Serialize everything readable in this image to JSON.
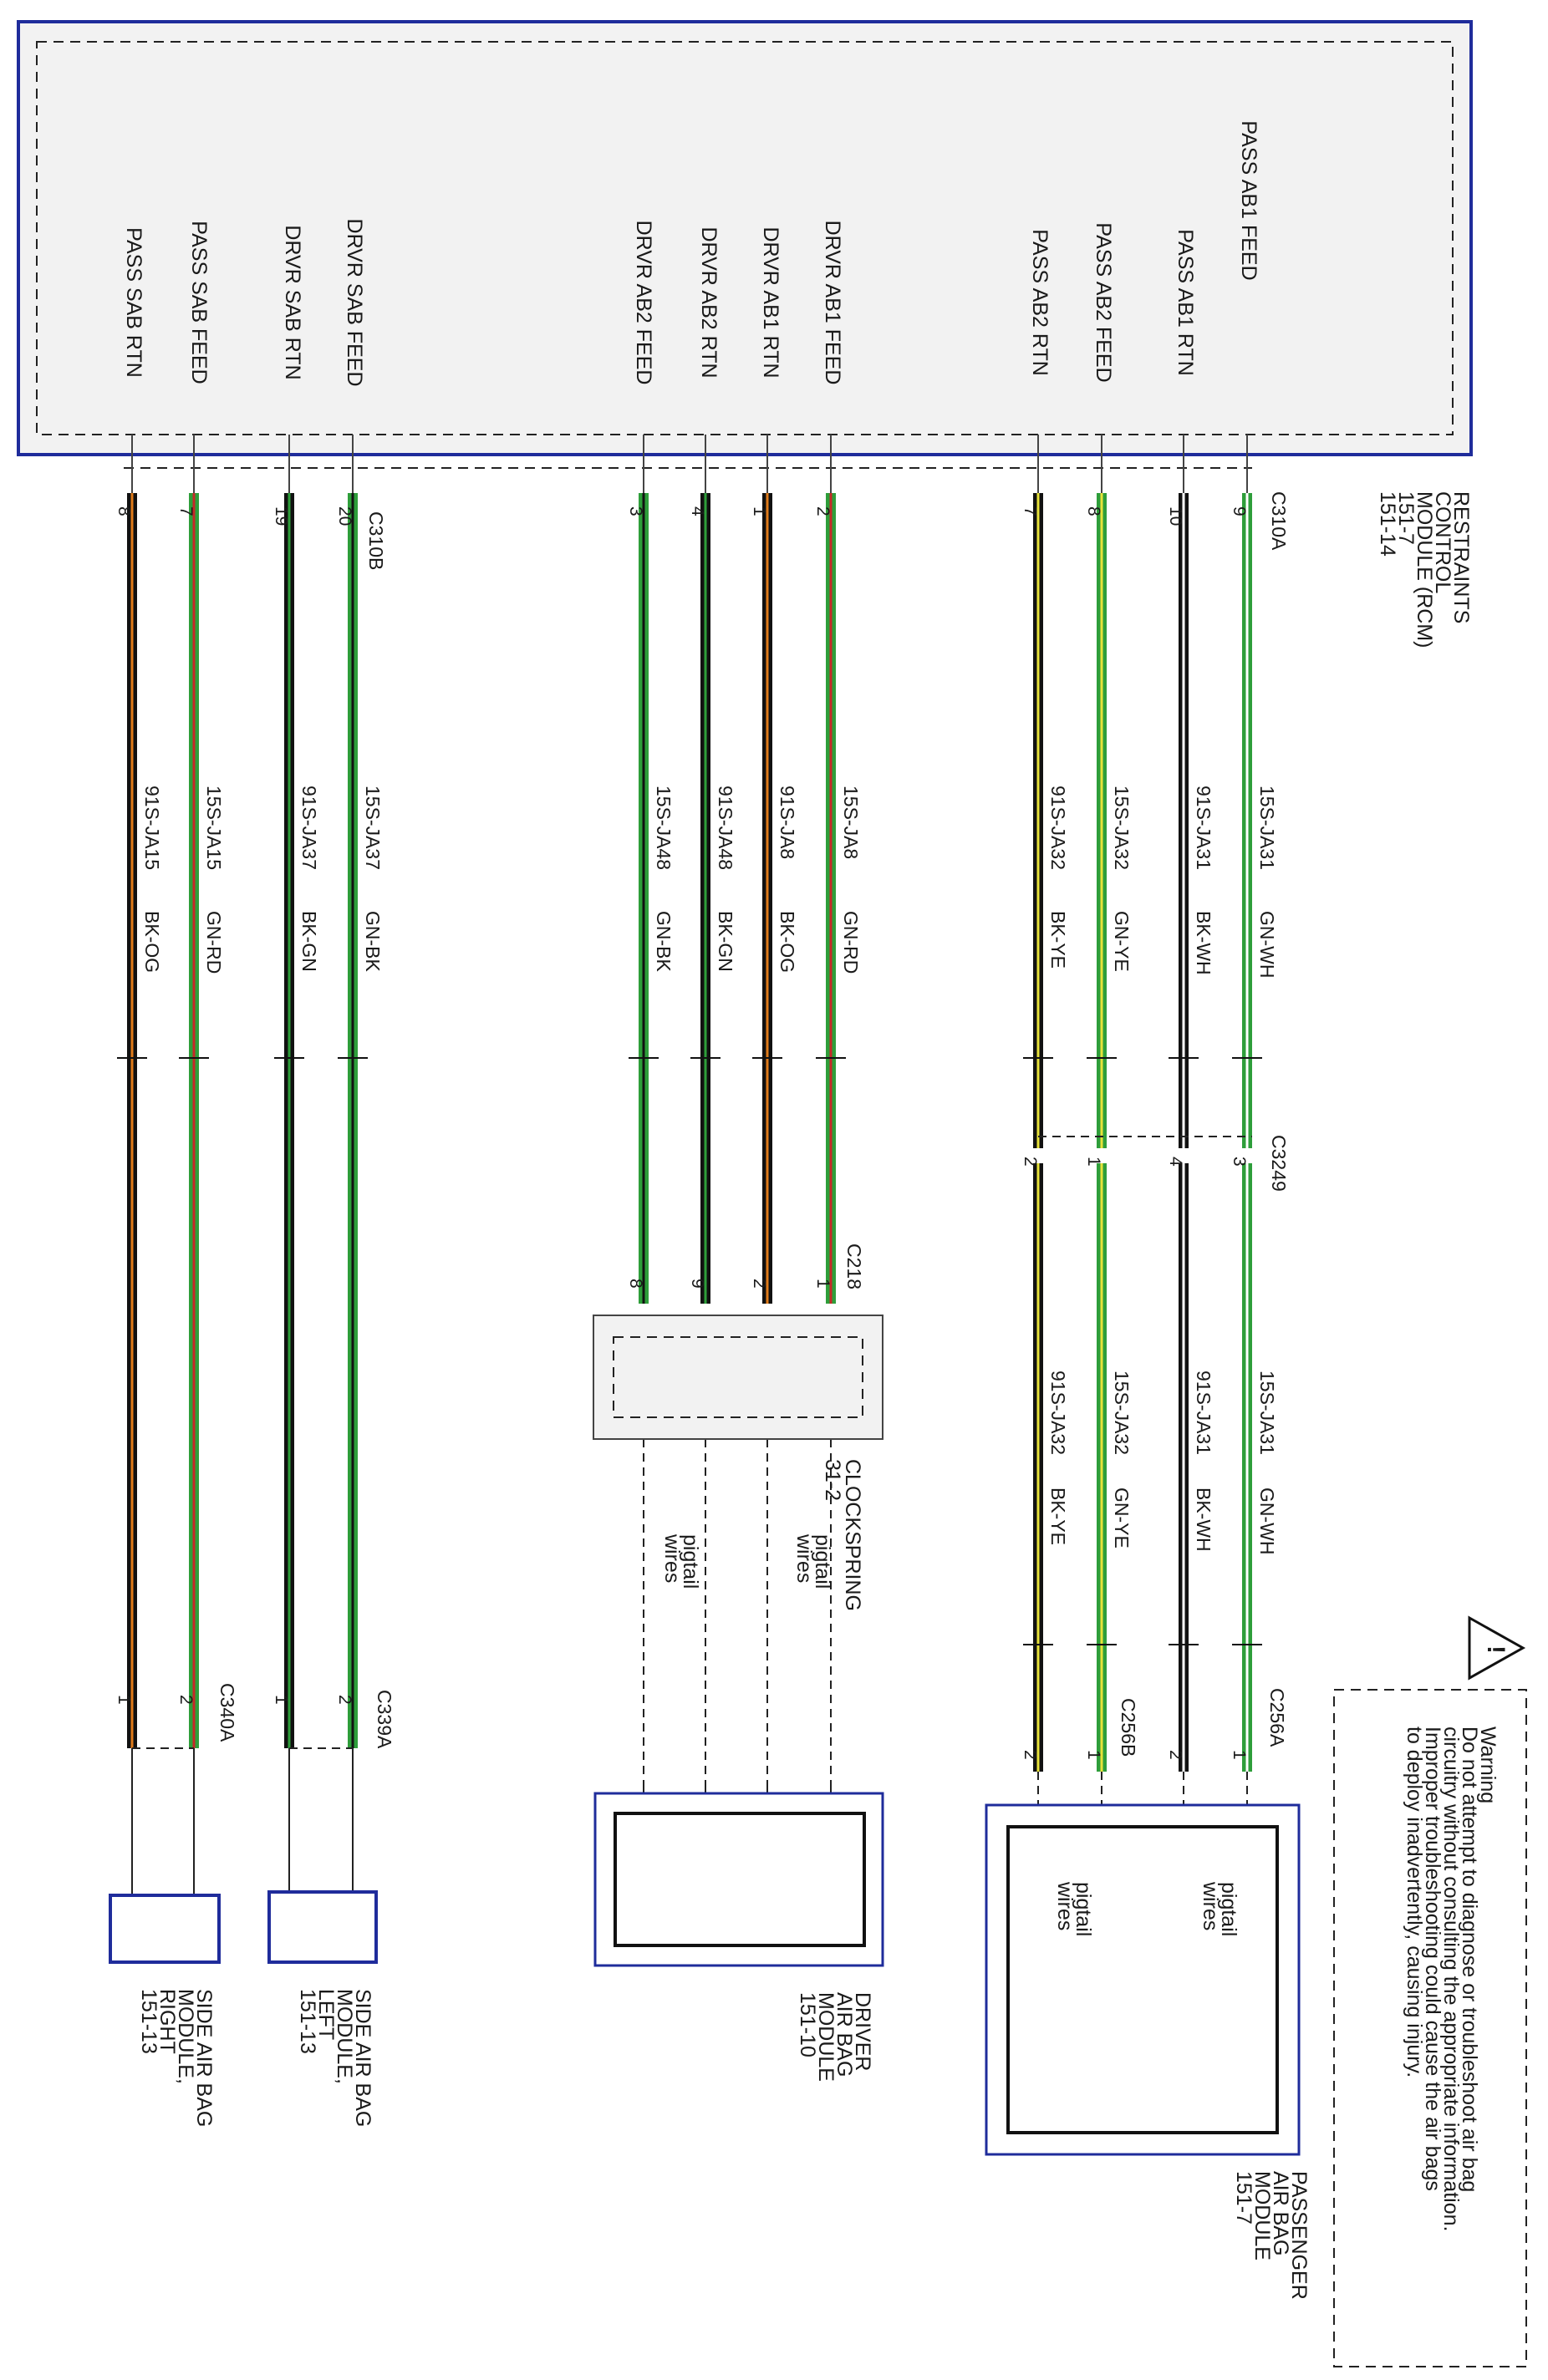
{
  "rcm": {
    "name_lines": [
      "RESTRAINTS",
      "CONTROL",
      "MODULE (RCM)",
      "151-7",
      "151-14"
    ],
    "pin_labels": [
      "PASS AB1 FEED",
      "PASS AB1 RTN",
      "PASS AB2 FEED",
      "PASS AB2 RTN",
      "DRVR AB1 FEED",
      "DRVR AB1 RTN",
      "DRVR AB2 RTN",
      "DRVR AB2 FEED",
      "DRVR SAB FEED",
      "DRVR SAB RTN",
      "PASS SAB FEED",
      "PASS SAB RTN"
    ]
  },
  "rcm_connectors": {
    "c310a": "C310A",
    "c310b": "C310B"
  },
  "rcm_pins": [
    "9",
    "10",
    "8",
    "7",
    "2",
    "1",
    "4",
    "3",
    "20",
    "19",
    "7",
    "8"
  ],
  "circuits": [
    {
      "circuit": "15S-JA31",
      "color": "GN-WH"
    },
    {
      "circuit": "91S-JA31",
      "color": "BK-WH"
    },
    {
      "circuit": "15S-JA32",
      "color": "GN-YE"
    },
    {
      "circuit": "91S-JA32",
      "color": "BK-YE"
    },
    {
      "circuit": "15S-JA8",
      "color": "GN-RD"
    },
    {
      "circuit": "91S-JA8",
      "color": "BK-OG"
    },
    {
      "circuit": "91S-JA48",
      "color": "BK-GN"
    },
    {
      "circuit": "15S-JA48",
      "color": "GN-BK"
    },
    {
      "circuit": "15S-JA37",
      "color": "GN-BK"
    },
    {
      "circuit": "91S-JA37",
      "color": "BK-GN"
    },
    {
      "circuit": "15S-JA15",
      "color": "GN-RD"
    },
    {
      "circuit": "91S-JA15",
      "color": "BK-OG"
    }
  ],
  "inline": {
    "c3249": {
      "name": "C3249",
      "pins": [
        "3",
        "4",
        "1",
        "2"
      ]
    },
    "pass_lower": [
      {
        "circuit": "15S-JA31",
        "color": "GN-WH"
      },
      {
        "circuit": "91S-JA31",
        "color": "BK-WH"
      },
      {
        "circuit": "15S-JA32",
        "color": "GN-YE"
      },
      {
        "circuit": "91S-JA32",
        "color": "BK-YE"
      }
    ],
    "c218": {
      "name": "C218",
      "pins": [
        "1",
        "2",
        "9",
        "8"
      ]
    },
    "c256a": {
      "name": "C256A",
      "pins": [
        "1",
        "2"
      ]
    },
    "c256b": {
      "name": "C256B",
      "pins": [
        "1",
        "2"
      ]
    },
    "c339a": {
      "name": "C339A",
      "pins": [
        "2",
        "1"
      ]
    },
    "c340a": {
      "name": "C340A",
      "pins": [
        "2",
        "1"
      ]
    }
  },
  "clockspring": {
    "lines": [
      "CLOCKSPRING",
      "31-2"
    ],
    "pigtail": [
      "pigtail",
      "wires"
    ]
  },
  "driver_module": {
    "lines": [
      "DRIVER",
      "AIR BAG",
      "MODULE",
      "151-10"
    ]
  },
  "passenger_module": {
    "lines": [
      "PASSENGER",
      "AIR BAG",
      "MODULE",
      "151-7"
    ],
    "pigtail": [
      "pigtail",
      "wires"
    ]
  },
  "side_left": {
    "lines": [
      "SIDE AIR BAG",
      "MODULE,",
      "LEFT",
      "151-13"
    ]
  },
  "side_right": {
    "lines": [
      "SIDE AIR BAG",
      "MODULE,",
      "RIGHT",
      "151-13"
    ]
  },
  "warning": {
    "title": "Warning",
    "lines": [
      "Do not attempt to diagnose or troubleshoot air bag",
      "circuitry without consulting the appropriate information.",
      "Improper troubleshooting could cause the air bags",
      "to deploy inadvertently, causing injury."
    ]
  },
  "colors": {
    "GN": "#2e9e3a",
    "BK": "#111111",
    "WH": "#ffffff",
    "YE": "#e8e23a",
    "RD": "#c62828",
    "OG": "#e07b1a",
    "module_border": "#1f2c9b"
  }
}
